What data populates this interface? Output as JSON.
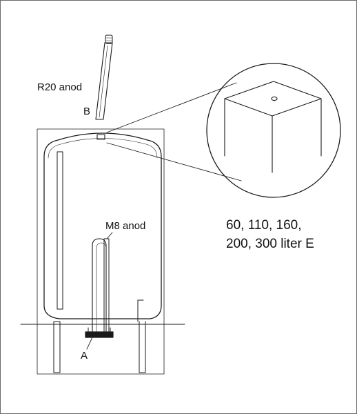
{
  "labels": {
    "r20_anode": "R20 anod",
    "point_b": "B",
    "m8_anode": "M8 anod",
    "point_a": "A",
    "models_line1": "60, 110, 160,",
    "models_line2": "200, 300 liter E"
  },
  "colors": {
    "stroke": "#1a1a1a",
    "frame": "#6a6a6a",
    "background": "#ffffff"
  }
}
